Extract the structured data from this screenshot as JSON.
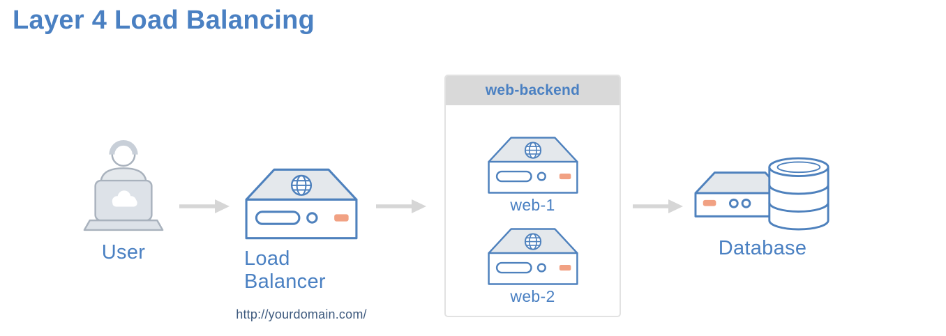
{
  "title": "Layer 4 Load Balancing",
  "colors": {
    "title_blue": "#4a80c2",
    "label_blue": "#4a80c2",
    "outline_blue": "#4e81bd",
    "orange": "#f1a183",
    "arrow_gray": "#d6d6d6",
    "url_navy": "#3e5a7e",
    "icon_fill": "#e4e8ec",
    "panel_border": "#e2e2e2",
    "panel_header_bg": "#d9d9d9"
  },
  "nodes": {
    "user": {
      "label": "User"
    },
    "load_balancer": {
      "label": "Load Balancer",
      "url": "http://yourdomain.com/"
    },
    "backend_group": {
      "label": "web-backend",
      "servers": [
        {
          "label": "web-1"
        },
        {
          "label": "web-2"
        }
      ]
    },
    "database": {
      "label": "Database"
    }
  }
}
